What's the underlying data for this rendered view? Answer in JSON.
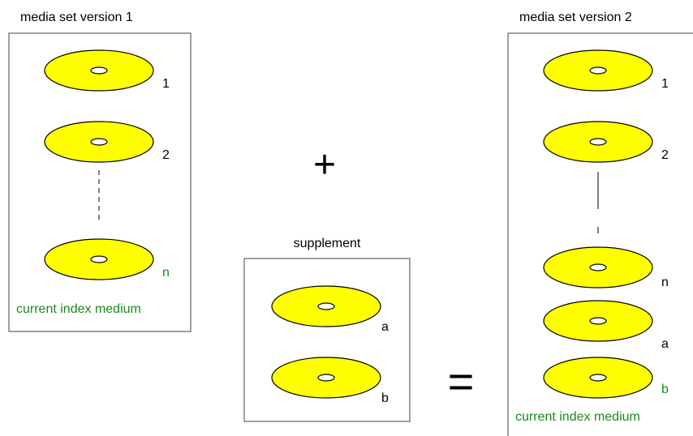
{
  "version1": {
    "title": "media set version 1",
    "disks": [
      "1",
      "2",
      "n"
    ],
    "footer": "current index medium"
  },
  "supplement": {
    "title": "supplement",
    "disks": [
      "a",
      "b"
    ]
  },
  "version2": {
    "title": "media set version 2",
    "disks": [
      "1",
      "2",
      "n",
      "a",
      "b"
    ],
    "footer": "current index medium"
  },
  "operators": {
    "plus": "+",
    "equals": "="
  },
  "colors": {
    "disk": "#ffff00",
    "current_label": "#1a8a1a",
    "frame": "#808080"
  }
}
